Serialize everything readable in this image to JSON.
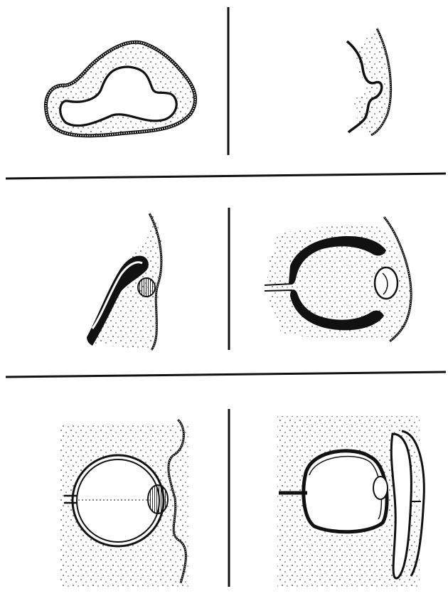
{
  "figure": {
    "panels": [
      {
        "id": "panel-1",
        "stage": "ectoderm-fold-closed-loop"
      },
      {
        "id": "panel-2",
        "stage": "ectoderm-invagination"
      },
      {
        "id": "panel-3",
        "stage": "optic-vesicle-contacts-ectoderm"
      },
      {
        "id": "panel-4",
        "stage": "optic-cup-with-lens-vesicle"
      },
      {
        "id": "panel-5",
        "stage": "eye-with-lens-and-lid-folds"
      },
      {
        "id": "panel-6",
        "stage": "eye-with-lids-fused"
      }
    ],
    "colors": {
      "ink": "#111111",
      "paper": "#ffffff",
      "stipple": "#333333"
    }
  }
}
